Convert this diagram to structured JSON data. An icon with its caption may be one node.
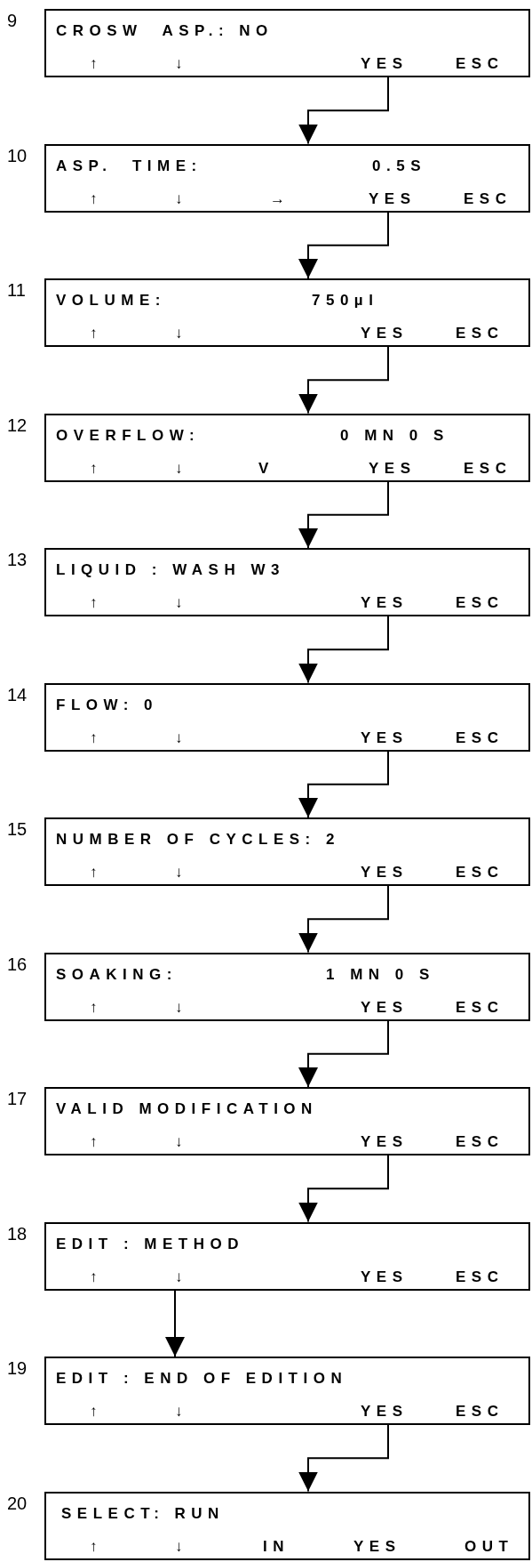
{
  "diagram": {
    "nodes": [
      {
        "text": [
          "CROSW  ASP.: NO",
          "↑",
          "↓",
          "YES",
          "ESC"
        ],
        "beside": [
          "9"
        ]
      },
      {
        "text": [
          "ASP.  TIME:",
          "0.5S",
          "↑",
          "↓",
          "→",
          "YES",
          "ESC"
        ],
        "beside": [
          "10"
        ]
      },
      {
        "text": [
          "VOLUME:",
          "750µl",
          "↑",
          "↓",
          "YES",
          "ESC"
        ],
        "beside": [
          "11"
        ]
      },
      {
        "text": [
          "OVERFLOW:",
          "0 MN 0 S",
          "↑",
          "↓",
          "V",
          "YES",
          "ESC"
        ],
        "beside": [
          "12"
        ]
      },
      {
        "text": [
          "LIQUID : WASH W3",
          "↑",
          "↓",
          "YES",
          "ESC"
        ],
        "beside": [
          "13"
        ]
      },
      {
        "text": [
          "FLOW: 0",
          "↑",
          "↓",
          "YES",
          "ESC"
        ],
        "beside": [
          "14"
        ]
      },
      {
        "text": [
          "NUMBER OF CYCLES: 2",
          "↑",
          "↓",
          "YES",
          "ESC"
        ],
        "beside": [
          "15"
        ]
      },
      {
        "text": [
          "SOAKING:",
          "1 MN 0 S",
          "↑",
          "↓",
          "YES",
          "ESC"
        ],
        "beside": [
          "16"
        ]
      },
      {
        "text": [
          "VALID MODIFICATION",
          "↑",
          "↓",
          "YES",
          "ESC"
        ],
        "beside": [
          "17"
        ]
      },
      {
        "text": [
          "EDIT : METHOD",
          "↑",
          "↓",
          "YES",
          "ESC"
        ],
        "beside": [
          "18"
        ]
      },
      {
        "text": [
          "EDIT : END OF EDITION",
          "↑",
          "↓",
          "YES",
          "ESC"
        ],
        "beside": [
          "19"
        ]
      },
      {
        "text": [
          "SELECT: RUN",
          "↑",
          "↓",
          "IN",
          "YES",
          "OUT"
        ],
        "beside": [
          "20"
        ]
      }
    ],
    "edges": [
      {
        "from": 0,
        "to": 1,
        "arrow": "to"
      },
      {
        "from": 1,
        "to": 2,
        "arrow": "to"
      },
      {
        "from": 2,
        "to": 3,
        "arrow": "to"
      },
      {
        "from": 3,
        "to": 4,
        "arrow": "to"
      },
      {
        "from": 4,
        "to": 5,
        "arrow": "to"
      },
      {
        "from": 5,
        "to": 6,
        "arrow": "to"
      },
      {
        "from": 6,
        "to": 7,
        "arrow": "to"
      },
      {
        "from": 7,
        "to": 8,
        "arrow": "to"
      },
      {
        "from": 8,
        "to": 9,
        "arrow": "to"
      },
      {
        "from": 9,
        "to": 10,
        "arrow": "to"
      },
      {
        "from": 10,
        "to": 11,
        "arrow": "to"
      }
    ]
  }
}
